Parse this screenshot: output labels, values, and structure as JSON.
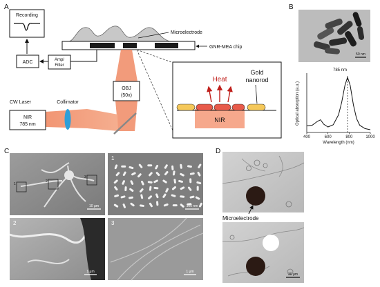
{
  "panels": {
    "a": "A",
    "b": "B",
    "c": "C",
    "d": "D"
  },
  "schematic": {
    "recording": "Recording",
    "adc": "ADC",
    "amp_line1": "Amp/",
    "amp_line2": "Filter",
    "cw_laser": "CW Laser",
    "collimator": "Collimator",
    "nir_line1": "NIR",
    "nir_line2": "785 nm",
    "obj_line1": "OBJ",
    "obj_line2": "(50x)",
    "microelectrode": "Microelectrode",
    "chip": "GNR-MEA chip",
    "heat": "Heat",
    "gold_line1": "Gold",
    "gold_line2": "nanorod",
    "inset_nir": "NIR"
  },
  "tem": {
    "scale_bar": "50 nm"
  },
  "chart_data": {
    "type": "line",
    "title": "",
    "xlabel": "Wavelength (nm)",
    "ylabel": "Optical absorption (a.u.)",
    "xlim": [
      400,
      1000
    ],
    "xticks": [
      400,
      600,
      800,
      1000
    ],
    "annotation": "785 nm",
    "annotation_x": 785,
    "grid": false,
    "series": [
      {
        "x": [
          400,
          450,
          500,
          530,
          560,
          600,
          650,
          700,
          730,
          760,
          785,
          810,
          840,
          870,
          900,
          950,
          1000
        ],
        "y": [
          0.12,
          0.13,
          0.2,
          0.23,
          0.15,
          0.1,
          0.14,
          0.32,
          0.55,
          0.85,
          1.0,
          0.85,
          0.5,
          0.25,
          0.13,
          0.07,
          0.05
        ]
      }
    ]
  },
  "sem": {
    "scale_main": "10 μm",
    "scale_1": "100 nm",
    "scale_2": "1 μm",
    "scale_3": "1 μm",
    "num_1": "1",
    "num_2": "2",
    "num_3": "3",
    "box_1": "1",
    "box_2": "2",
    "box_3": "3"
  },
  "micro": {
    "microelectrode": "Microelectrode",
    "scale": "30 μm"
  }
}
